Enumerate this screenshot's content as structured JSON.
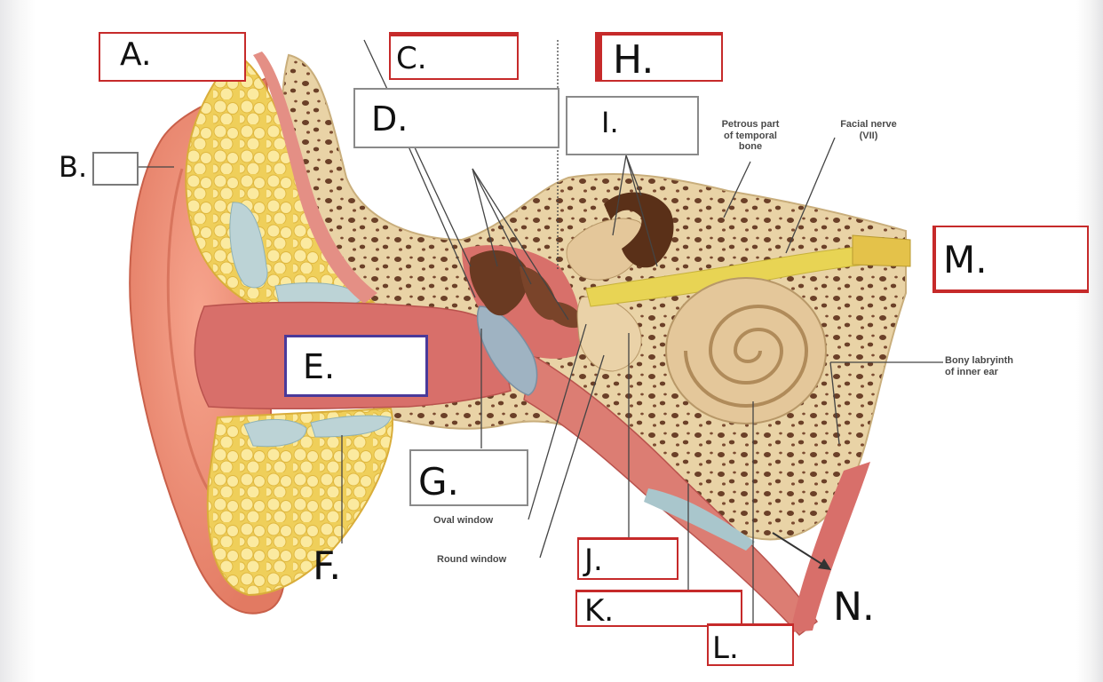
{
  "labels": {
    "a": "A.",
    "b": "B.",
    "c": "C.",
    "d": "D.",
    "e": "E.",
    "f": "F.",
    "g": "G.",
    "h": "H.",
    "i": "I.",
    "j": "J.",
    "k": "K.",
    "l": "L.",
    "m": "M.",
    "n": "N."
  },
  "captions": {
    "petrous_l1": "Petrous part",
    "petrous_l2": "of temporal",
    "petrous_l3": "bone",
    "facial_l1": "Facial nerve",
    "facial_l2": "(VII)",
    "bony_l1": "Bony labryinth",
    "bony_l2": "of inner ear",
    "oval_window": "Oval window",
    "round_window": "Round window"
  },
  "colors": {
    "skin": "#e98a72",
    "cartilage_fat": "#f2dc7a",
    "bone": "#e9d3a6",
    "canal": "#d86f6a",
    "cochlea": "#e4c79a",
    "label_border_red": "#c62a2a"
  }
}
